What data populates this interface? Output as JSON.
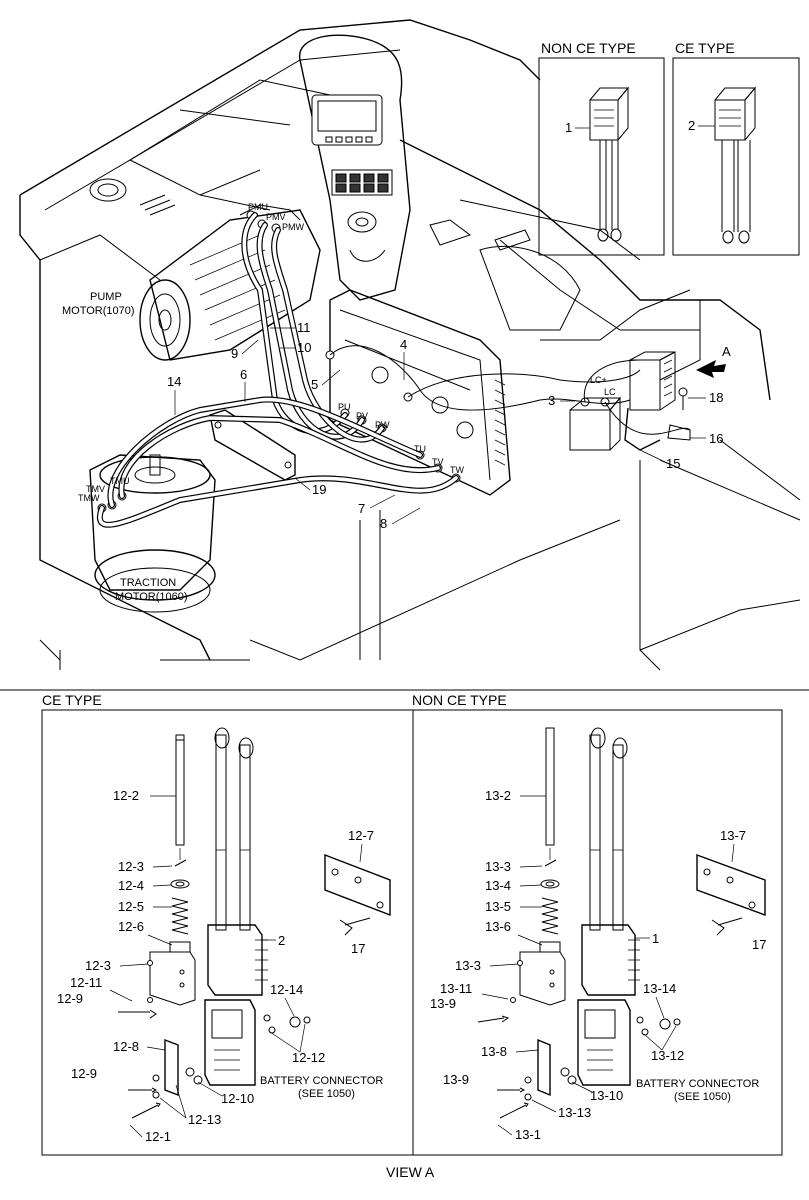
{
  "upper_inset": {
    "non_ce": {
      "title": "NON CE TYPE",
      "callout": "1"
    },
    "ce": {
      "title": "CE TYPE",
      "callout": "2"
    }
  },
  "main_view": {
    "pump_motor": "PUMP\nMOTOR(1070)",
    "pump_motor_line1": "PUMP",
    "pump_motor_line2": "MOTOR(1070)",
    "traction_motor_line1": "TRACTION",
    "traction_motor_line2": "MOTOR(1060)",
    "terminals": {
      "pmu": "PMU",
      "pmv": "PMV",
      "pmw": "PMW",
      "tmu": "TMU",
      "tmv": "TMV",
      "tmw": "TMW",
      "lc_plus": "LC+",
      "lc": "LC",
      "pu": "PU",
      "pv": "PV",
      "pw": "PW",
      "tu": "TU",
      "tv": "TV",
      "tw": "TW"
    },
    "callouts": {
      "c3": "3",
      "c4": "4",
      "c5": "5",
      "c6": "6",
      "c7": "7",
      "c8": "8",
      "c9": "9",
      "c10": "10",
      "c11": "11",
      "c14": "14",
      "c15": "15",
      "c16": "16",
      "c18": "18",
      "c19": "19",
      "a": "A"
    }
  },
  "lower_left": {
    "title": "CE TYPE",
    "callouts": {
      "p2": "12-2",
      "p3a": "12-3",
      "p4": "12-4",
      "p5": "12-5",
      "p6": "12-6",
      "p3b": "12-3",
      "p11": "12-11",
      "p9a": "12-9",
      "p8": "12-8",
      "p9b": "12-9",
      "p1": "12-1",
      "p13": "12-13",
      "p10": "12-10",
      "p12": "12-12",
      "p14": "12-14",
      "p7": "12-7",
      "c17": "17",
      "c2": "2"
    },
    "battery_line1": "BATTERY CONNECTOR",
    "battery_line2": "(SEE 1050)"
  },
  "lower_right": {
    "title": "NON CE TYPE",
    "callouts": {
      "p2": "13-2",
      "p3a": "13-3",
      "p4": "13-4",
      "p5": "13-5",
      "p6": "13-6",
      "p3b": "13-3",
      "p11": "13-11",
      "p9a": "13-9",
      "p8": "13-8",
      "p9b": "13-9",
      "p1": "13-1",
      "p13": "13-13",
      "p10": "13-10",
      "p12": "13-12",
      "p14": "13-14",
      "p7": "13-7",
      "c17": "17",
      "c1": "1"
    },
    "battery_line1": "BATTERY CONNECTOR",
    "battery_line2": "(SEE 1050)"
  },
  "footer": {
    "view_label": "VIEW A"
  }
}
